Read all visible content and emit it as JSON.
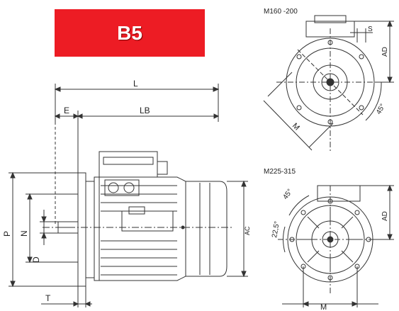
{
  "badge": {
    "label": "B5",
    "color": "#ed1c24"
  },
  "side_view": {
    "dimensions": {
      "L": "L",
      "E": "E",
      "LB": "LB",
      "P": "P",
      "N": "N",
      "D": "D",
      "T": "T",
      "AC": "AC"
    }
  },
  "flange_views": [
    {
      "title": "M160 -200",
      "labels": {
        "S": "S",
        "AD": "AD",
        "angle": "45°",
        "M": "M"
      }
    },
    {
      "title": "M225-315",
      "labels": {
        "angle1": "45°",
        "angle2": "22,5°",
        "AD": "AD",
        "M": "M"
      }
    }
  ],
  "colors": {
    "line": "#333333",
    "background": "#ffffff"
  }
}
